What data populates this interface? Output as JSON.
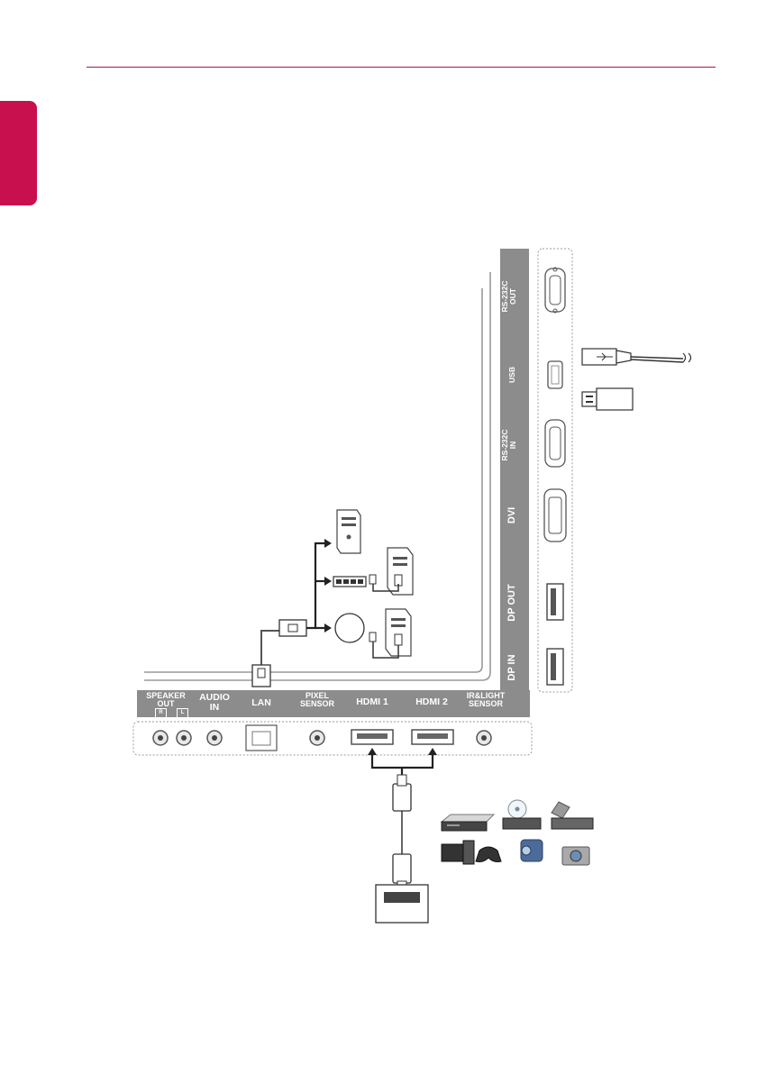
{
  "header": {
    "accent_color": "#c8104e"
  },
  "bottom_panel": {
    "speaker_out": "SPEAKER\nOUT",
    "speaker_r": "R",
    "speaker_l": "L",
    "audio_in": "AUDIO\nIN",
    "lan": "LAN",
    "pixel_sensor": "PIXEL\nSENSOR",
    "hdmi1": "HDMI 1",
    "hdmi2": "HDMI 2",
    "ir_light_sensor": "IR&LIGHT\nSENSOR"
  },
  "side_panel": {
    "rs232c_out": "RS-232C\nOUT",
    "usb": "USB",
    "rs232c_in": "RS-232C\nIN",
    "dvi": "DVI",
    "dp_out": "DP OUT",
    "dp_in": "DP IN"
  },
  "icons": [
    "computer-icon",
    "network-hub-icon",
    "router-icon",
    "usb-cable-icon",
    "usb-flash-drive-icon",
    "dvd-player-icon",
    "blu-ray-icon",
    "set-top-box-icon",
    "pc-icon",
    "game-controller-icon",
    "camcorder-icon",
    "camera-icon"
  ]
}
